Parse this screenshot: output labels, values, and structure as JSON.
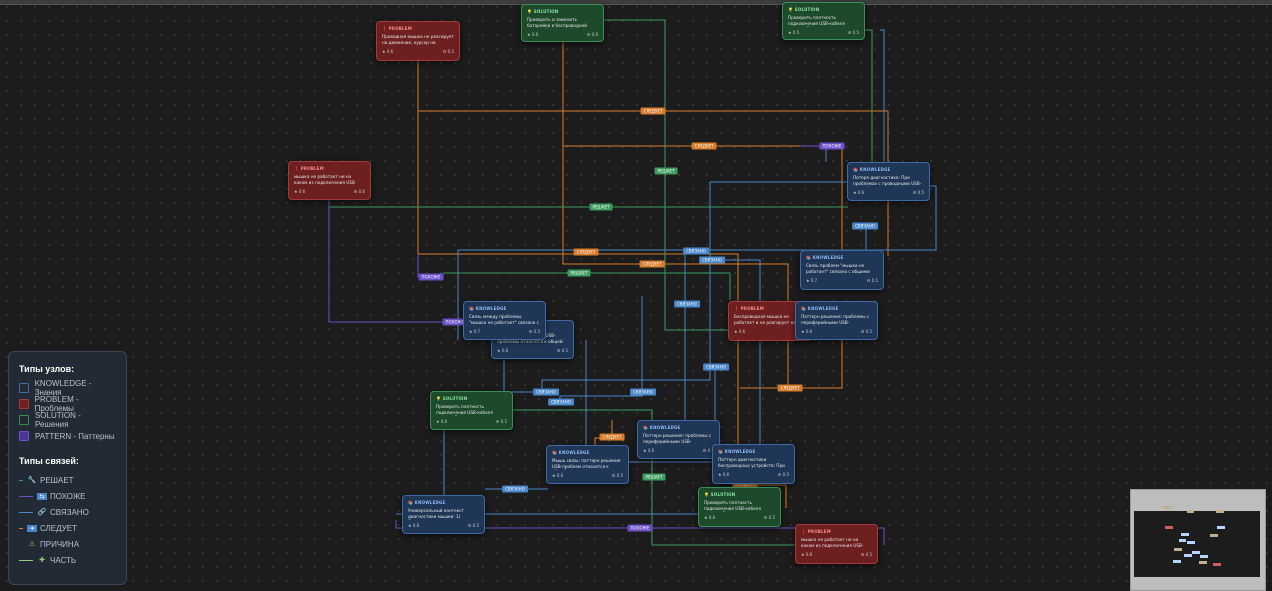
{
  "nodes": [
    {
      "id": "p1",
      "type": "problem",
      "label": "PROBLEM",
      "text": "Проводная мышка не реагирует на движение, курсор на дисплее...",
      "m1": "0.6",
      "m2": "0.5"
    },
    {
      "id": "s1",
      "type": "solution",
      "label": "SOLUTION",
      "text": "Проверить и заменить батарейки в беспроводной мышке. Часто п...",
      "m1": "0.6",
      "m2": "0.6"
    },
    {
      "id": "s2",
      "type": "solution",
      "label": "SOLUTION",
      "text": "Проверить плотность подключения USB-кабеля мышки. Отключить ...",
      "m1": "0.5",
      "m2": "0.5"
    },
    {
      "id": "p2",
      "type": "problem",
      "label": "PROBLEM",
      "text": "мышка не работает ни на каком из подключения USB",
      "m1": "0.6",
      "m2": "0.6"
    },
    {
      "id": "k1",
      "type": "knowledge",
      "label": "KNOWLEDGE",
      "text": "Потеря диагностика: При проблемах с проводными USB-устройств...",
      "m1": "0.6",
      "m2": "0.5"
    },
    {
      "id": "k2",
      "type": "knowledge",
      "label": "KNOWLEDGE",
      "text": "Связь проблем \"мышка не работает\" связана с общими паттер...",
      "m1": "0.7",
      "m2": "0.5"
    },
    {
      "id": "p3",
      "type": "problem",
      "label": "PROBLEM",
      "text": "Беспроводная мышка не работает и не реагирует на движение",
      "m1": "0.6",
      "m2": "0.5"
    },
    {
      "id": "k3",
      "type": "knowledge",
      "label": "KNOWLEDGE",
      "text": "Паттерн решения: проблемы с периферийными USB-устройствами...",
      "m1": "0.6",
      "m2": "0.5"
    },
    {
      "id": "k4",
      "type": "knowledge",
      "label": "KNOWLEDGE",
      "text": "Связь между проблемы \"мышка не работает\" связана с существ...",
      "m1": "0.7",
      "m2": "0.5"
    },
    {
      "id": "k5",
      "type": "knowledge",
      "label": "KNOWLEDGE",
      "text": "Паттерн: проблемы с USB-проблемы относятся к общей ка...",
      "m1": "0.6",
      "m2": "0.5"
    },
    {
      "id": "s3",
      "type": "solution",
      "label": "SOLUTION",
      "text": "Проверить плотность подключения USB-кабеля мышки. Отключить ...",
      "m1": "0.6",
      "m2": "0.5"
    },
    {
      "id": "k6",
      "type": "knowledge",
      "label": "KNOWLEDGE",
      "text": "Паттерн решения: проблемы с периферийными USB-устройствами т...",
      "m1": "0.6",
      "m2": "0.5"
    },
    {
      "id": "k7",
      "type": "knowledge",
      "label": "KNOWLEDGE",
      "text": "Мышь связь: паттерн решения USB-проблем относится к общей ка...",
      "m1": "0.6",
      "m2": "0.5"
    },
    {
      "id": "k8",
      "type": "knowledge",
      "label": "KNOWLEDGE",
      "text": "Паттерн диагностики беспроводных устройств: При проблемах с ...",
      "m1": "0.6",
      "m2": "0.5"
    },
    {
      "id": "k9",
      "type": "knowledge",
      "label": "KNOWLEDGE",
      "text": "Универсальный контекст диагностики мышки: 1) Определить тип ...",
      "m1": "0.6",
      "m2": "0.5"
    },
    {
      "id": "s4",
      "type": "solution",
      "label": "SOLUTION",
      "text": "Проверить плотность подключения USB-кабеля мышки. Отключить ...",
      "m1": "0.6",
      "m2": "0.5"
    },
    {
      "id": "p4",
      "type": "problem",
      "label": "PROBLEM",
      "text": "мышка не работает ни на каком из подключения USB-порта",
      "m1": "0.6",
      "m2": "0.5"
    }
  ],
  "badges": {
    "sled": "СЛЕДУЕТ",
    "sol": "РЕШАЕТ",
    "rel": "СВЯЗАНО",
    "pat": "ПОХОЖЕ"
  },
  "legend": {
    "node_types_title": "Типы узлов:",
    "node_types": [
      {
        "label": "KNOWLEDGE - Знания",
        "color": "#3f6aa3",
        "fill": "#1f3656"
      },
      {
        "label": "PROBLEM - Проблемы",
        "color": "#a33a3a",
        "fill": "#6e1f1f"
      },
      {
        "label": "SOLUTION - Решения",
        "color": "#3c8f54",
        "fill": "#1d4a2a"
      },
      {
        "label": "PATTERN - Паттерны",
        "color": "#6b4fc9",
        "fill": "#4a3596"
      }
    ],
    "edge_types_title": "Типы связей:",
    "edge_types": [
      {
        "label": "РЕШАЕТ",
        "glyph": "🔧",
        "color": "#3d9b5f"
      },
      {
        "label": "ПОХОЖЕ",
        "glyph": "⇆",
        "color": "#6b4fc9"
      },
      {
        "label": "СВЯЗАНО",
        "glyph": "🔗",
        "color": "#4a86c9"
      },
      {
        "label": "СЛЕДУЕТ",
        "glyph": "➜",
        "color": "#d97b2b"
      },
      {
        "label": "ПРИЧИНА",
        "glyph": "⚠",
        "color": "#e0b030"
      },
      {
        "label": "ЧАСТЬ",
        "glyph": "✚",
        "color": "#8fd07a"
      }
    ]
  }
}
